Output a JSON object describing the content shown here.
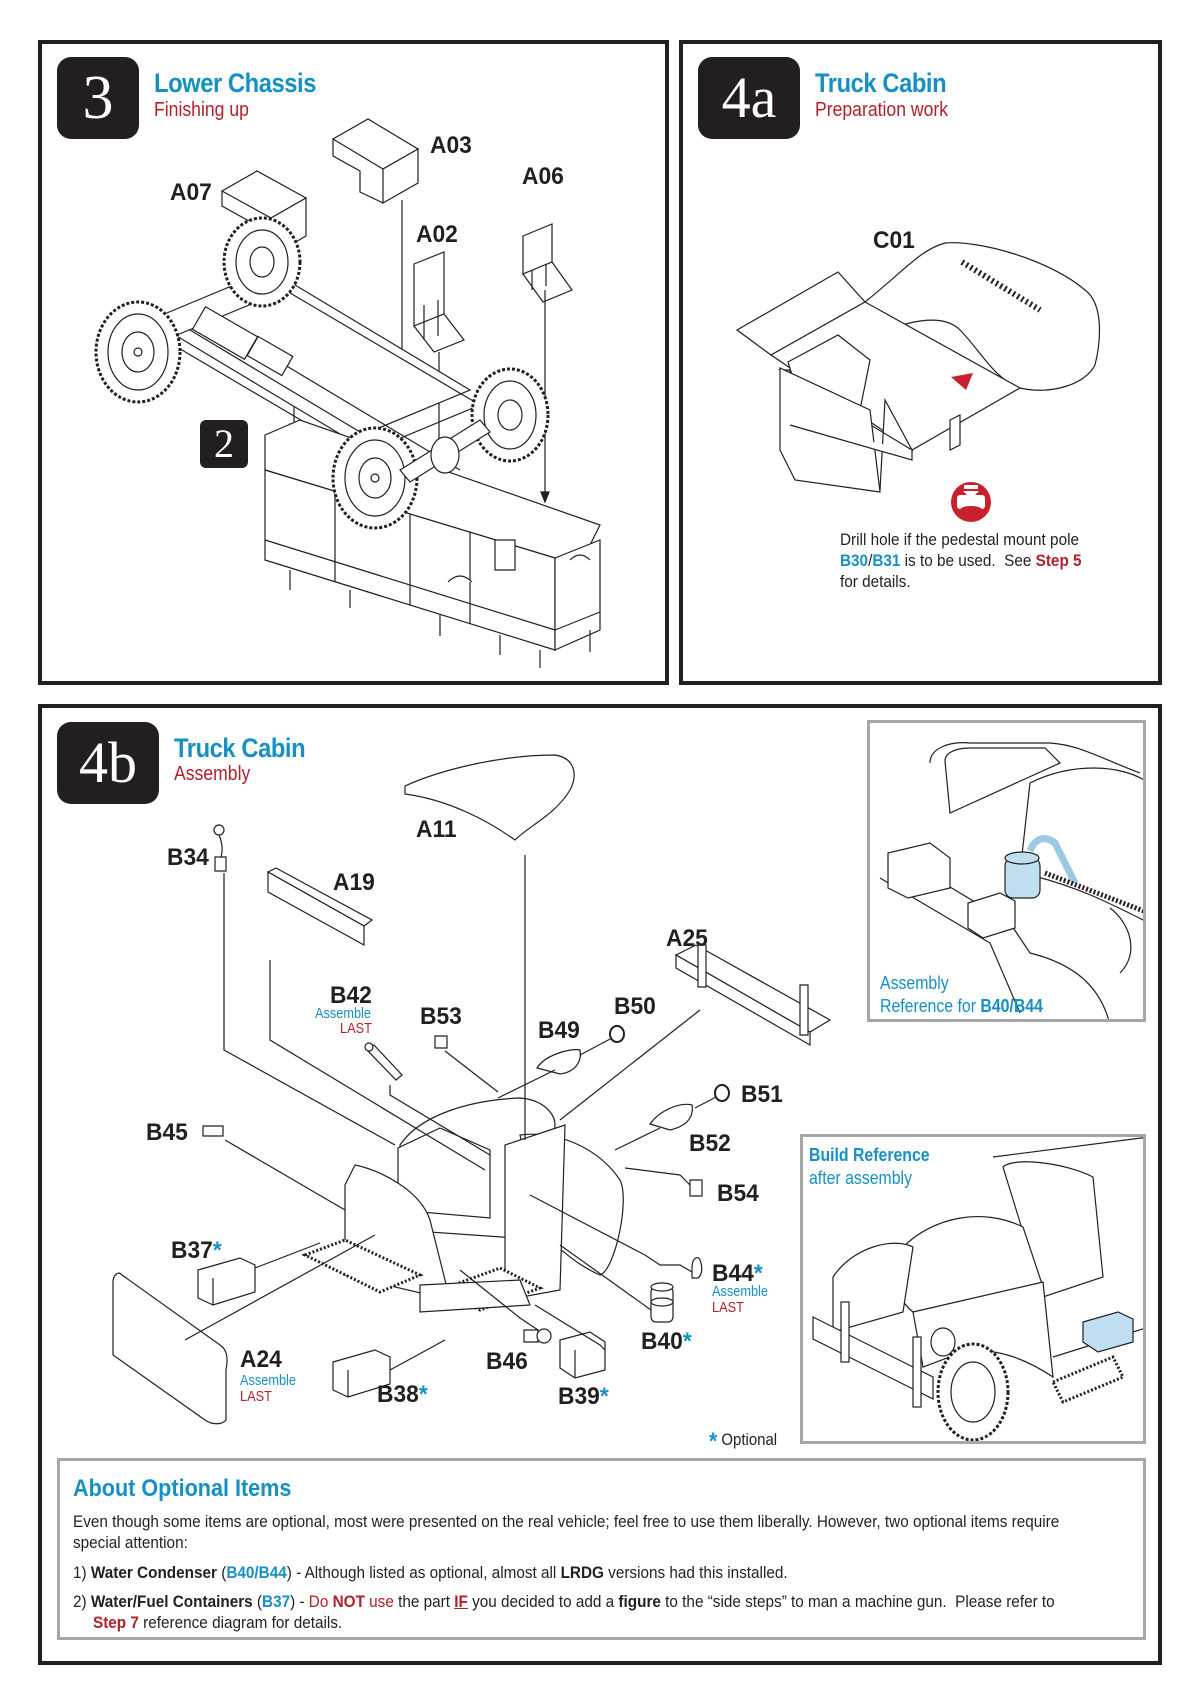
{
  "steps": {
    "step3": {
      "number": "3",
      "title": "Lower Chassis",
      "subtitle": "Finishing up",
      "parts": [
        "A03",
        "A07",
        "A06",
        "A02"
      ],
      "sub_badge": "2"
    },
    "step4a": {
      "number": "4a",
      "title": "Truck Cabin",
      "subtitle": "Preparation work",
      "parts": [
        "C01"
      ],
      "drill_note": {
        "line1": "Drill hole if the pedestal mount pole",
        "part_a": "B30",
        "sep": "/",
        "part_b": "B31",
        "line2_mid": " is to be used.  See ",
        "step_ref": "Step 5",
        "line3": "for details."
      },
      "icons": [
        "drill-hole-icon"
      ]
    },
    "step4b": {
      "number": "4b",
      "title": "Truck Cabin",
      "subtitle": "Assembly",
      "parts": {
        "A11": "A11",
        "B34": "B34",
        "A19": "A19",
        "A25": "A25",
        "B42": "B42",
        "B53": "B53",
        "B49": "B49",
        "B50": "B50",
        "B51": "B51",
        "B52": "B52",
        "B45": "B45",
        "B54": "B54",
        "B37": "B37",
        "B44": "B44",
        "B40": "B40",
        "A24": "A24",
        "B46": "B46",
        "B38": "B38",
        "B39": "B39"
      },
      "optional_star": "*",
      "assemble_label": "Assemble",
      "last_label": "LAST",
      "optional_legend": "Optional",
      "assembly_reference": {
        "line1": "Assembly",
        "line2_prefix": "Reference for ",
        "line2_parts": "B40/B44"
      },
      "build_reference": {
        "title": "Build Reference",
        "subtitle": "after assembly"
      }
    }
  },
  "optional_items": {
    "title": "About Optional Items",
    "intro_line1": "Even though some items are optional, most were presented on the real vehicle; feel free to use them liberally.  However, two optional items require",
    "intro_line2": "special attention:",
    "item1": {
      "index": "1) ",
      "name": "Water Condenser",
      "open": " (",
      "parts": "B40/B44",
      "close_desc": ") - Although listed as optional, almost all ",
      "lrdg": "LRDG",
      "tail": " versions had this installed."
    },
    "item2": {
      "index": "2) ",
      "name": "Water/Fuel Containers",
      "open": " (",
      "parts": "B37",
      "dash": ") - ",
      "do": "Do ",
      "not": "NOT",
      "use": " use",
      "the_part": " the part ",
      "if": "IF",
      "mid": " you decided to add a ",
      "figure": "figure",
      "tail": " to the “side steps” to man a machine gun.  Please refer to",
      "step_ref": "Step 7",
      "tail2": " reference diagram for details."
    }
  },
  "colors": {
    "title_blue": "#1590c4",
    "subtitle_red": "#b3202b",
    "frame": "#231f20",
    "highlight_part": "#bfdff0"
  }
}
